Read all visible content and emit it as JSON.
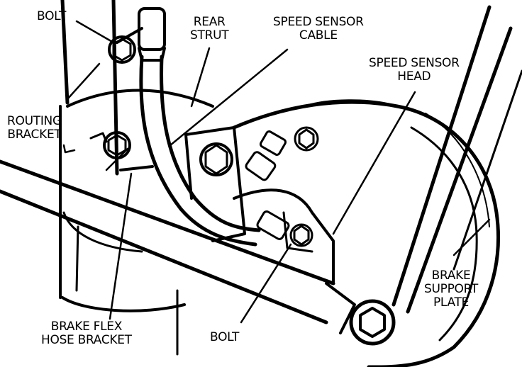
{
  "labels": {
    "bolt_top": "BOLT",
    "rear_strut_line1": "REAR",
    "rear_strut_line2": "STRUT",
    "speed_sensor_cable_line1": "SPEED SENSOR",
    "speed_sensor_cable_line2": "CABLE",
    "speed_sensor_head_line1": "SPEED SENSOR",
    "speed_sensor_head_line2": "HEAD",
    "routing_bracket_line1": "ROUTING",
    "routing_bracket_line2": "BRACKET",
    "brake_support_plate_line1": "BRAKE",
    "brake_support_plate_line2": "SUPPORT",
    "brake_support_plate_line3": "PLATE",
    "brake_flex_hose_bracket_line1": "BRAKE FLEX",
    "brake_flex_hose_bracket_line2": "HOSE BRACKET",
    "bolt_bottom": "BOLT"
  },
  "colors": {
    "ink": "#000000",
    "paper": "#ffffff"
  }
}
